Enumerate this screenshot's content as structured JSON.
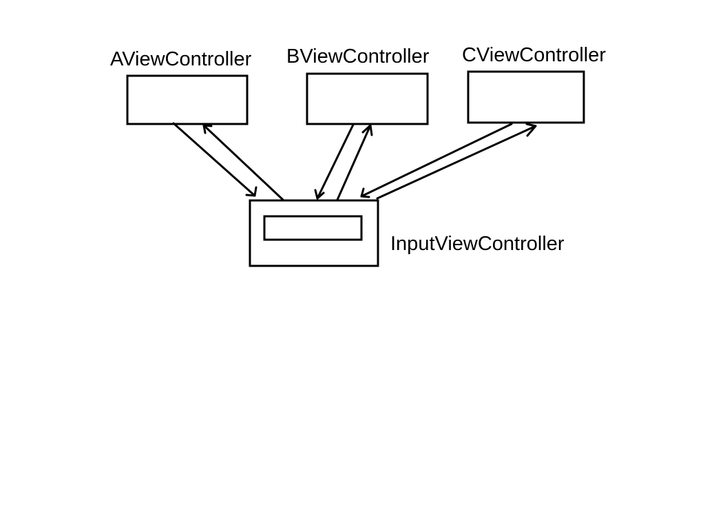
{
  "nodes": {
    "a": {
      "label": "AViewController"
    },
    "b": {
      "label": "BViewController"
    },
    "c": {
      "label": "CViewController"
    },
    "input": {
      "label": "InputViewController"
    }
  },
  "edges": [
    {
      "from": "a",
      "to": "input"
    },
    {
      "from": "input",
      "to": "a"
    },
    {
      "from": "b",
      "to": "input"
    },
    {
      "from": "input",
      "to": "b"
    },
    {
      "from": "c",
      "to": "input"
    },
    {
      "from": "input",
      "to": "c"
    }
  ]
}
